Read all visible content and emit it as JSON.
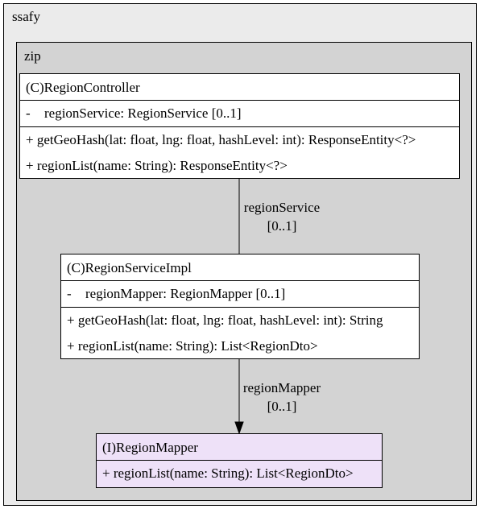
{
  "packages": {
    "outer": {
      "label": "ssafy"
    },
    "inner": {
      "label": "zip"
    }
  },
  "classes": {
    "controller": {
      "title": "(C)RegionController",
      "attributes": [
        {
          "visibility": "-",
          "text": "regionService: RegionService [0..1]"
        }
      ],
      "operations": [
        "+ getGeoHash(lat: float, lng: float, hashLevel: int): ResponseEntity<?>",
        "+ regionList(name: String): ResponseEntity<?>"
      ]
    },
    "serviceimpl": {
      "title": "(C)RegionServiceImpl",
      "attributes": [
        {
          "visibility": "-",
          "text": "regionMapper: RegionMapper [0..1]"
        }
      ],
      "operations": [
        "+ getGeoHash(lat: float, lng: float, hashLevel: int): String",
        "+ regionList(name: String): List<RegionDto>"
      ]
    },
    "mapper": {
      "title": "(I)RegionMapper",
      "operations": [
        "+ regionList(name: String): List<RegionDto>"
      ]
    }
  },
  "edges": [
    {
      "from": "controller",
      "to": "serviceimpl",
      "name": "regionService",
      "multiplicity": "[0..1]",
      "arrowhead": "none"
    },
    {
      "from": "serviceimpl",
      "to": "mapper",
      "name": "regionMapper",
      "multiplicity": "[0..1]",
      "arrowhead": "filled"
    }
  ],
  "colors": {
    "outer_package_fill": "#ebebeb",
    "inner_package_fill": "#d3d3d3",
    "class_fill": "#ffffff",
    "interface_fill": "#eee1f8",
    "stroke": "#000000"
  }
}
